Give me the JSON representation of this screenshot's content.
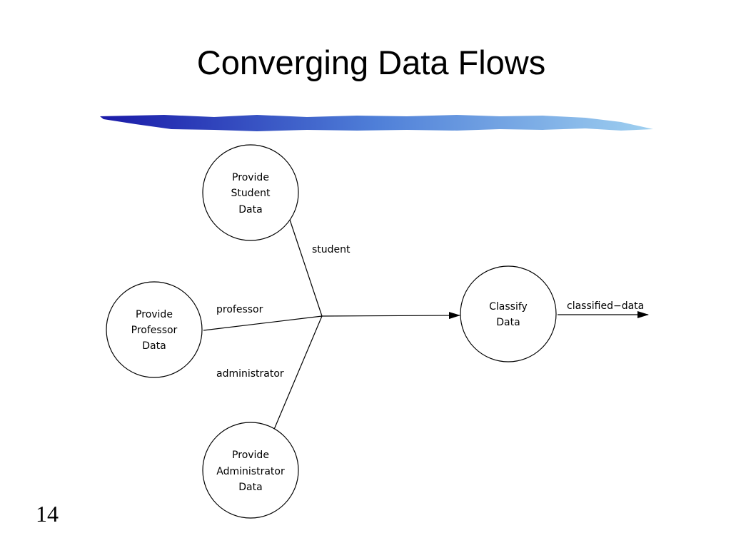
{
  "slide": {
    "title": "Converging Data Flows",
    "number": "14"
  },
  "colors": {
    "brush_dark": "#1a1aa8",
    "brush_mid": "#4f7fd8",
    "brush_light": "#9fd0f0",
    "line": "#000000",
    "node_fill": "#ffffff"
  },
  "diagram": {
    "processes": {
      "student": [
        "Provide",
        "Student",
        "Data"
      ],
      "professor": [
        "Provide",
        "Professor",
        "Data"
      ],
      "administrator": [
        "Provide",
        "Administrator",
        "Data"
      ],
      "classify": [
        "Classify",
        "Data"
      ]
    },
    "flows": {
      "student": "student",
      "professor": "professor",
      "administrator": "administrator",
      "classified": "classified−data"
    }
  }
}
